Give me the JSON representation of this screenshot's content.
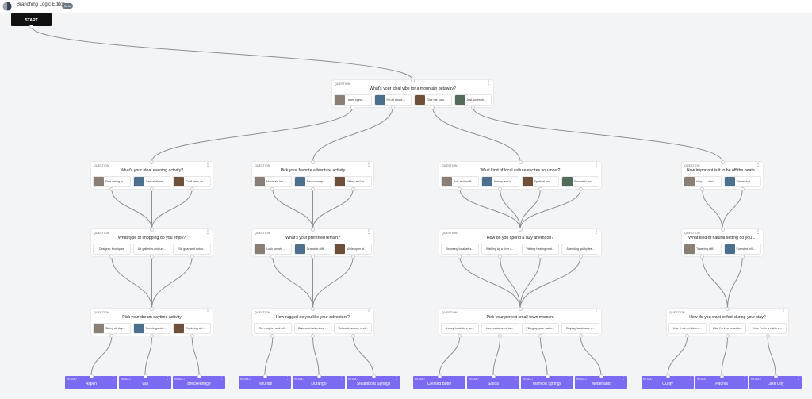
{
  "app": {
    "title": "Branching Logic Editor",
    "badge": "Beta"
  },
  "start": {
    "label": "START"
  },
  "labels": {
    "question": "QUESTION",
    "result": "RESULT"
  },
  "colors": {
    "result": "#7b6af2",
    "edge": "#8f8f8f",
    "start": "#111111"
  },
  "icons": {
    "logo": "logo-icon",
    "menu": "more-vertical-icon"
  },
  "root": {
    "title": "What's your ideal vibe for a mountain getaway?",
    "options": [
      "I want speci...",
      "I'm all about ...",
      "Give me som...",
      "Just somewh..."
    ]
  },
  "branches": [
    {
      "q1": {
        "title": "What's your ideal evening activity?",
        "options": [
          "Fine dining fo...",
          "Casual dinne...",
          "Craft beer, m..."
        ]
      },
      "q2": {
        "title": "What type of shopping do you enjoy?",
        "options": [
          "Designer boutiques",
          "Art galleries and uni...",
          "Ski gear and outdo..."
        ]
      },
      "q3": {
        "title": "Pick your dream daytime activity",
        "options": [
          "Skiing all day...",
          "Scenic gondo...",
          "Exploring a l..."
        ]
      },
      "results": [
        "Aspen",
        "Vail",
        "Breckenridge"
      ]
    },
    {
      "q1": {
        "title": "Pick your favorite adventure activity",
        "options": [
          "Mountain bik...",
          "Backcountry ...",
          "Skiing and sn..."
        ]
      },
      "q2": {
        "title": "What's your preferred terrain?",
        "options": [
          "Lush forests ...",
          "Dramatic cliff...",
          "Wide-open st..."
        ]
      },
      "q3": {
        "title": "How rugged do you like your adventure?",
        "options": [
          "The rougher and wil...",
          "Balanced adventure ...",
          "Relaxed, snowy, and..."
        ]
      },
      "results": [
        "Telluride",
        "Durango",
        "Steamboat Springs"
      ]
    },
    {
      "q1": {
        "title": "What kind of local culture excites you most?",
        "options": [
          "Arts and craft...",
          "History and w...",
          "Spiritual and ...",
          "Eccentric and..."
        ]
      },
      "q2": {
        "title": "How do you spend a lazy afternoon?",
        "options": [
          "Browsing local art s...",
          "Walking by a river a...",
          "Visiting healing cent...",
          "Attending quirky fes..."
        ]
      },
      "q3": {
        "title": "Pick your perfect small-town moment",
        "options": [
          "A cozy bookstore an...",
          "Live music on a hist...",
          "Filling up your water...",
          "Buying handmade s..."
        ]
      },
      "results": [
        "Crested Butte",
        "Salida",
        "Manitou Springs",
        "Nederland"
      ]
    },
    {
      "q1": {
        "title": "How important is it to be off the beate...",
        "options": [
          "Very — I don't...",
          "Somewhat — ..."
        ]
      },
      "q2": {
        "title": "What kind of natural setting do you ...",
        "options": [
          "Towering cliff...",
          "Forested hill..."
        ]
      },
      "q3": {
        "title": "How do you want to feel during your stay?",
        "options": [
          "Like I'm in a hidden ...",
          "Like I'm in a peacefu...",
          "Like I'm in a cabin a..."
        ]
      },
      "results": [
        "Ouray",
        "Paonia",
        "Lake City"
      ]
    }
  ]
}
